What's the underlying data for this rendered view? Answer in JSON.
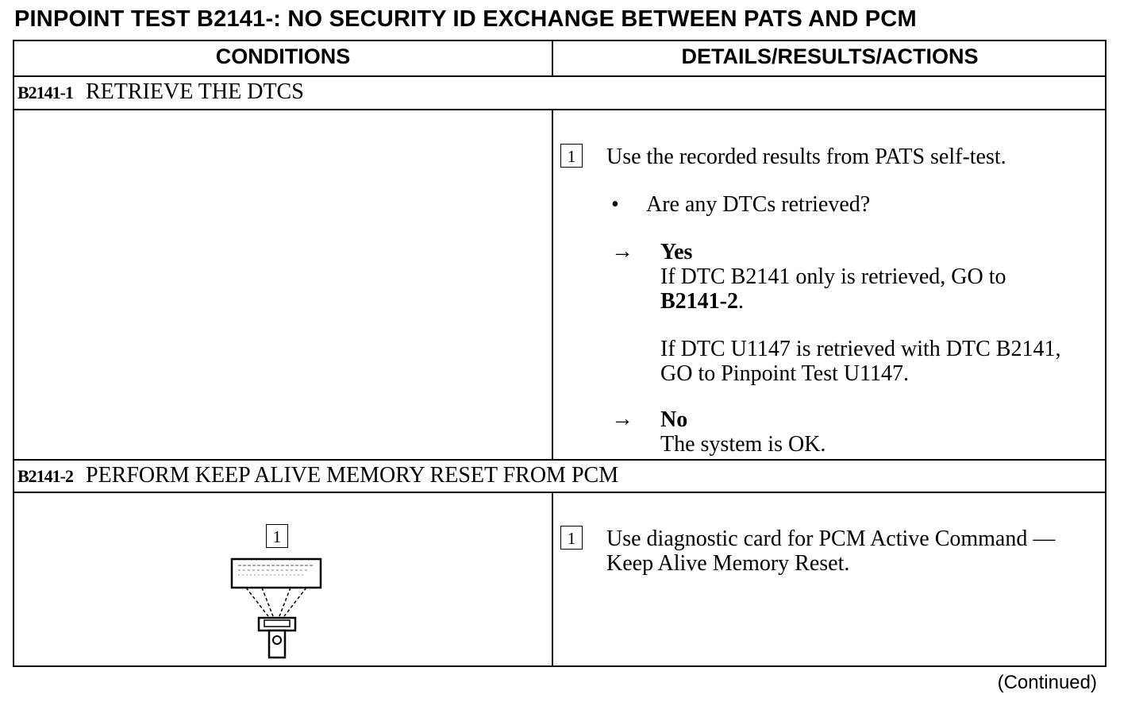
{
  "title": "PINPOINT TEST B2141-: NO SECURITY ID EXCHANGE BETWEEN PATS AND PCM",
  "table": {
    "col_conditions": "CONDITIONS",
    "col_details": "DETAILS/RESULTS/ACTIONS"
  },
  "steps": [
    {
      "code": "B2141-1",
      "heading": "RETRIEVE THE DTCS",
      "box": "1",
      "instruction": "Use the recorded results from PATS self-test.",
      "bullet": "•",
      "question": "Are any DTCs retrieved?",
      "arrow": "→",
      "yes_label": "Yes",
      "yes_line1": "If DTC B2141 only is retrieved, GO to",
      "yes_goto": "B2141-2",
      "yes_period": ".",
      "yes_line3": "If DTC U1147 is retrieved with DTC B2141,",
      "yes_line4": "GO to Pinpoint Test U1147.",
      "no_label": "No",
      "no_line1": "The system is OK."
    },
    {
      "code": "B2141-2",
      "heading": "PERFORM KEEP ALIVE MEMORY RESET FROM PCM",
      "diagram_box": "1",
      "box": "1",
      "line1": "Use diagnostic card for PCM Active Command —",
      "line2": "Keep Alive Memory Reset."
    }
  ],
  "footer": "(Continued)"
}
